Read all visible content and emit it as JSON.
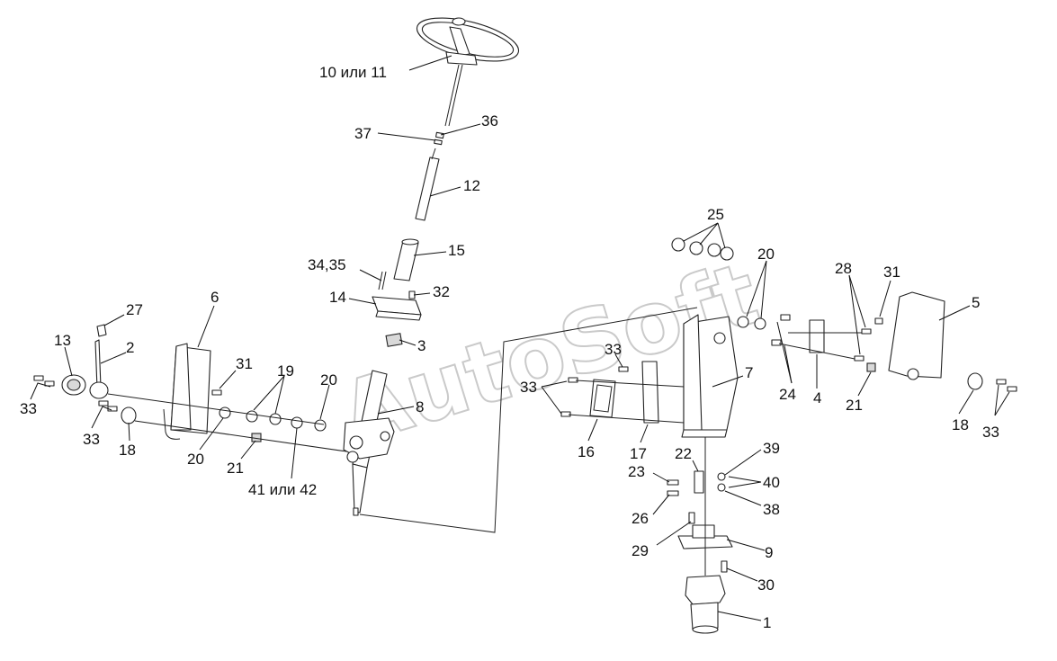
{
  "watermark": "AutoSoft",
  "labels": {
    "l10_11": "10 или 11",
    "l37": "37",
    "l36": "36",
    "l12": "12",
    "l15": "15",
    "l34_35": "34,35",
    "l14": "14",
    "l32": "32",
    "l3": "3",
    "l27": "27",
    "l6": "6",
    "l13": "13",
    "l2": "2",
    "l31_left": "31",
    "l19": "19",
    "l20_mid": "20",
    "l8": "8",
    "l33_left_a": "33",
    "l33_left_b": "33",
    "l18_left": "18",
    "l20_left": "20",
    "l21_left": "21",
    "l41_42": "41 или 42",
    "l25": "25",
    "l20_right": "20",
    "l28": "28",
    "l31_right": "31",
    "l5": "5",
    "l33_mid_top": "33",
    "l33_mid": "33",
    "l7": "7",
    "l24": "24",
    "l4": "4",
    "l21_right": "21",
    "l18_right": "18",
    "l33_right": "33",
    "l16": "16",
    "l17": "17",
    "l22": "22",
    "l39": "39",
    "l23": "23",
    "l40": "40",
    "l38": "38",
    "l26": "26",
    "l29": "29",
    "l9": "9",
    "l30": "30",
    "l1": "1"
  }
}
